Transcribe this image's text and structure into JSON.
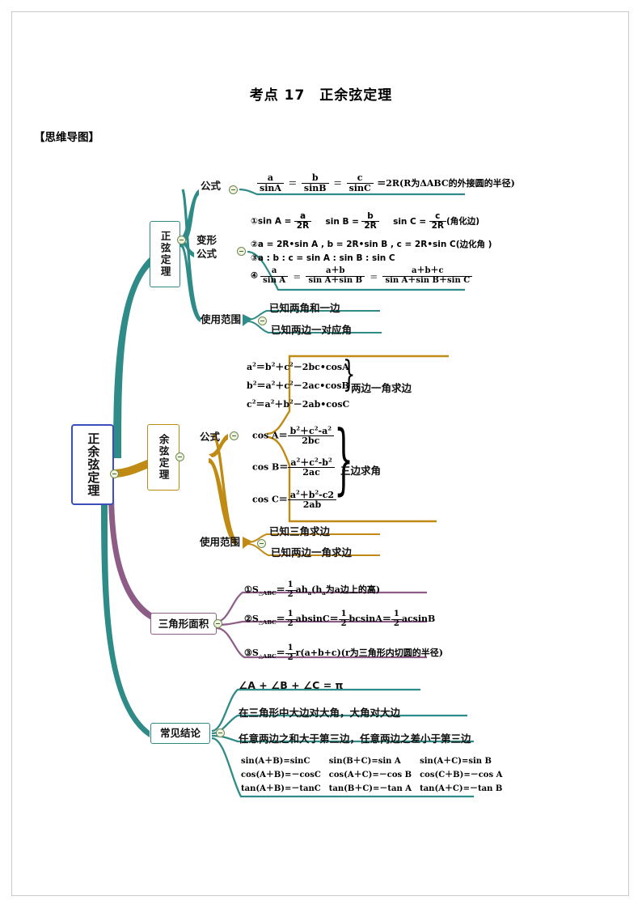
{
  "document": {
    "title": "考点 17　正余弦定理",
    "section_label": "【思维导图】"
  },
  "colors": {
    "root_border": "#3b4fbb",
    "sine_branch": "#2e8b87",
    "cosine_branch": "#b98c15",
    "area_branch": "#8e5d87",
    "conclusion_branch": "#2e8b87"
  },
  "mindmap": {
    "root": "正余弦定理",
    "branches": {
      "sine": {
        "label": "正弦定理",
        "sub": {
          "formula_label": "公式",
          "formula": "a/sinA = b/sinB = c/sinC = 2R(R为△ABC的外接圆的半径)",
          "variant_label": "变形\n公式",
          "variant_label_line1": "变形",
          "variant_label_line2": "公式",
          "variants": [
            "①sin A = a/2R　sin B = b/2R　sin C = c/2R (角化边)",
            "②a = 2R·sin A , b = 2R·sin B , c = 2R·sin C(边化角 )",
            "③a : b : c = sin A : sin B : sin C",
            "④ a/sinA = (a+b)/(sinA+sinB) = (a+b+c)/(sinA+sinB+sinC)"
          ],
          "scope_label": "使用范围",
          "scope_items": [
            "已知两角和一边",
            "已知两边一对应角"
          ]
        }
      },
      "cosine": {
        "label": "余弦定理",
        "sub": {
          "formula_label": "公式",
          "side_formulas": [
            "a²=b²+c²−2bc·cosA",
            "b²=a²+c²−2ac·cosB",
            "c²=a²+b²−2ab·cosC"
          ],
          "side_tag": "两边一角求边",
          "angle_formulas": [
            "cos A= (b²+c²-a²)/2bc",
            "cos B= (a²+c²-b²)/2ac",
            "cos C= (a²+b²-c2)/2ab"
          ],
          "angle_tag": "三边求角",
          "scope_label": "使用范围",
          "scope_items": [
            "已知三角求边",
            "已知两边一角求边"
          ]
        }
      },
      "area": {
        "label": "三角形面积",
        "items": [
          "①S△ABC = 1/2 ah_a(h_a为a边上的高)",
          "②S△ABC = 1/2 absinC = 1/2 bcsinA = 1/2 acsinB",
          "③S△ABC = 1/2 r(a+b+c)(r为三角形内切圆的半径)"
        ]
      },
      "conclusions": {
        "label": "常见结论",
        "items": [
          "∠A + ∠B + ∠C = π",
          "在三角形中大边对大角，大角对大边",
          "任意两边之和大于第三边，任意两边之差小于第三边"
        ],
        "identities": [
          [
            "sin(A＋B)=sinC",
            "sin(B＋C)=sin A",
            "sin(A＋C)=sin B"
          ],
          [
            "cos(A＋B)=－cosC",
            "cos(A＋C)=－cos B",
            "cos(C＋B)=－cos A"
          ],
          [
            "tan(A＋B)=－tanC",
            "tan(B＋C)=－tan A",
            "tan(A＋C)=－tan B"
          ]
        ]
      }
    }
  },
  "icons": {
    "collapse": "collapse-toggle-icon"
  }
}
